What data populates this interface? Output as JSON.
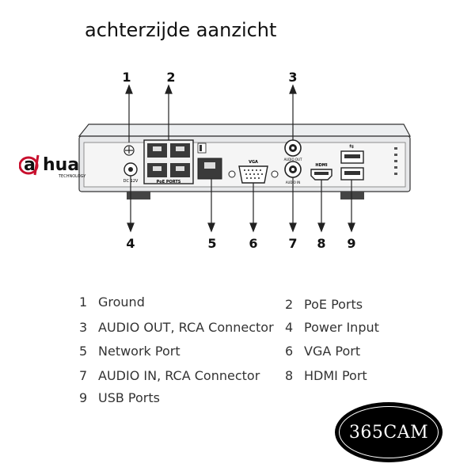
{
  "title": "achterzijde aanzicht",
  "brand": {
    "logo_text": "alhua",
    "logo_sub": "TECHNOLOGY"
  },
  "device_labels": {
    "poe": "PoE PORTS",
    "vga": "VGA",
    "audio_out": "AUDIO OUT",
    "audio_in": "AUDIO IN",
    "hdmi": "HDMI",
    "dc": "DC 12V"
  },
  "callouts_top": [
    "1",
    "2",
    "3"
  ],
  "callouts_bottom": [
    "4",
    "5",
    "6",
    "7",
    "8",
    "9"
  ],
  "legend": [
    {
      "num": "1",
      "label": "Ground"
    },
    {
      "num": "2",
      "label": "PoE Ports"
    },
    {
      "num": "3",
      "label": "AUDIO OUT, RCA Connector"
    },
    {
      "num": "4",
      "label": "Power Input"
    },
    {
      "num": "5",
      "label": "Network Port"
    },
    {
      "num": "6",
      "label": "VGA Port"
    },
    {
      "num": "7",
      "label": "AUDIO IN, RCA Connector"
    },
    {
      "num": "8",
      "label": "HDMI Port"
    },
    {
      "num": "9",
      "label": "USB Ports"
    }
  ],
  "badge": "365CAM"
}
